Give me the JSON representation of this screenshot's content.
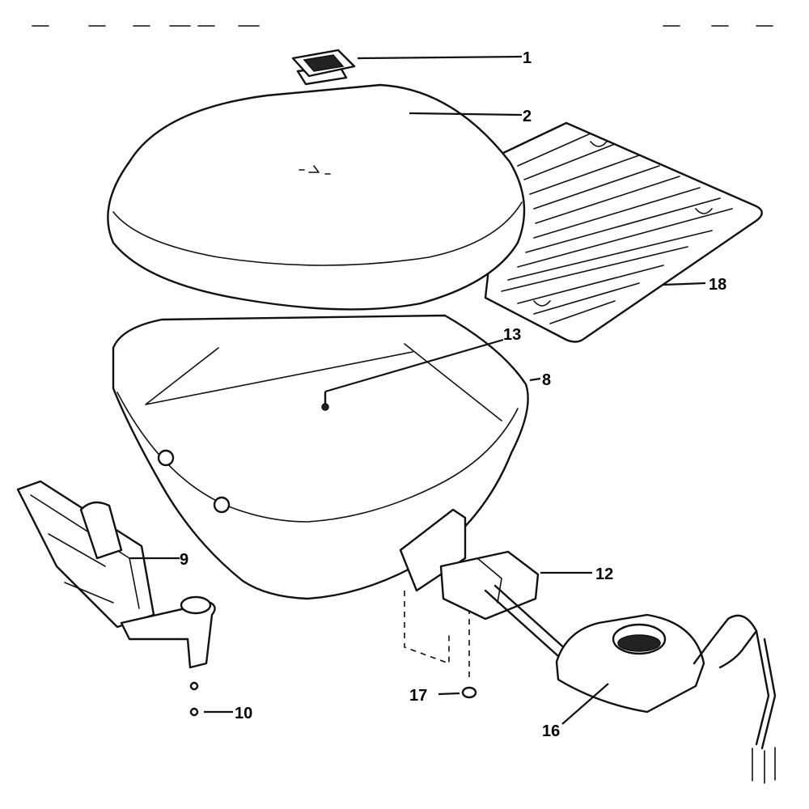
{
  "diagram": {
    "parts": [
      {
        "id": "part-1",
        "label": "1"
      },
      {
        "id": "part-2",
        "label": "2"
      },
      {
        "id": "part-18",
        "label": "18"
      },
      {
        "id": "part-13",
        "label": "13"
      },
      {
        "id": "part-8",
        "label": "8"
      },
      {
        "id": "part-9",
        "label": "9"
      },
      {
        "id": "part-12",
        "label": "12"
      },
      {
        "id": "part-10",
        "label": "10"
      },
      {
        "id": "part-17",
        "label": "17"
      },
      {
        "id": "part-16",
        "label": "16"
      }
    ]
  }
}
